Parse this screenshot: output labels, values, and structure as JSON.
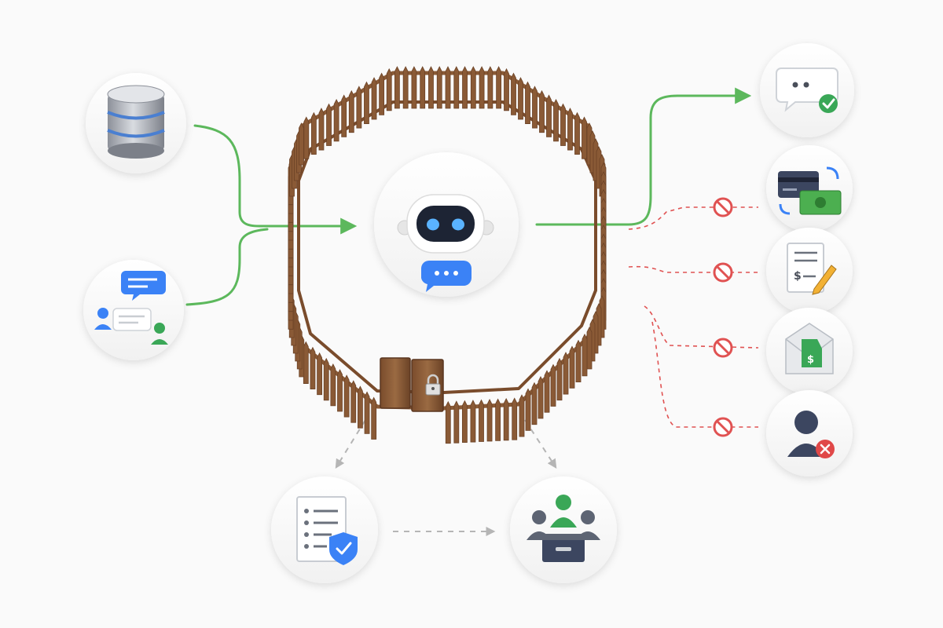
{
  "diagram": {
    "colors": {
      "background": "#fafafa",
      "allowed_flow": "#5cb85c",
      "blocked_flow": "#e05252",
      "review_flow": "#b5b5b5",
      "fence_wood": "#8a5a36",
      "fence_dark": "#6b4226",
      "robot_accent": "#3b82f6",
      "approve_check": "#3aa757",
      "reject_cross": "#e04848"
    },
    "nodes": {
      "inputs": [
        {
          "id": "database",
          "icon": "database-icon"
        },
        {
          "id": "conversation",
          "icon": "conversation-icon"
        }
      ],
      "center": {
        "id": "ai-agent",
        "icon": "robot-icon",
        "enclosure": "wooden-fence",
        "gate": "padlock-icon"
      },
      "allowed_outputs": [
        {
          "id": "reply-message",
          "icon": "chat-approved-icon"
        }
      ],
      "blocked_outputs": [
        {
          "id": "payment",
          "icon": "payment-transfer-icon",
          "block_icon": "no-entry-icon"
        },
        {
          "id": "billing-document",
          "icon": "invoice-edit-icon",
          "block_icon": "no-entry-icon"
        },
        {
          "id": "pricing-email",
          "icon": "price-email-icon",
          "block_icon": "no-entry-icon"
        },
        {
          "id": "user-account",
          "icon": "user-denied-icon",
          "block_icon": "no-entry-icon"
        }
      ],
      "review": [
        {
          "id": "policy-checklist",
          "icon": "secure-checklist-icon"
        },
        {
          "id": "team-inbox",
          "icon": "team-inbox-icon"
        }
      ]
    }
  }
}
